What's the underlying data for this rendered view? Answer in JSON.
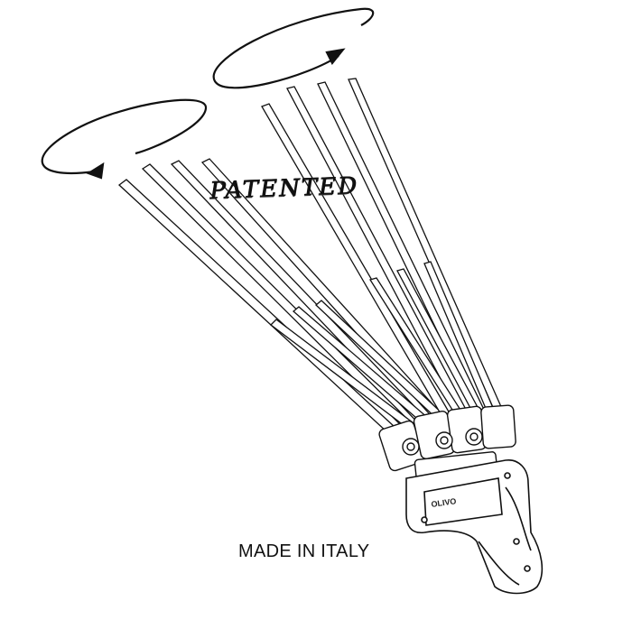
{
  "labels": {
    "patented": "PATENTED",
    "made_in": "MADE IN ITALY",
    "brand": "OLIVO"
  },
  "icons": {
    "left_arrow": "rotation-arrow-left-icon",
    "right_arrow": "rotation-arrow-right-icon"
  },
  "colors": {
    "ink": "#111111",
    "background": "#ffffff"
  }
}
